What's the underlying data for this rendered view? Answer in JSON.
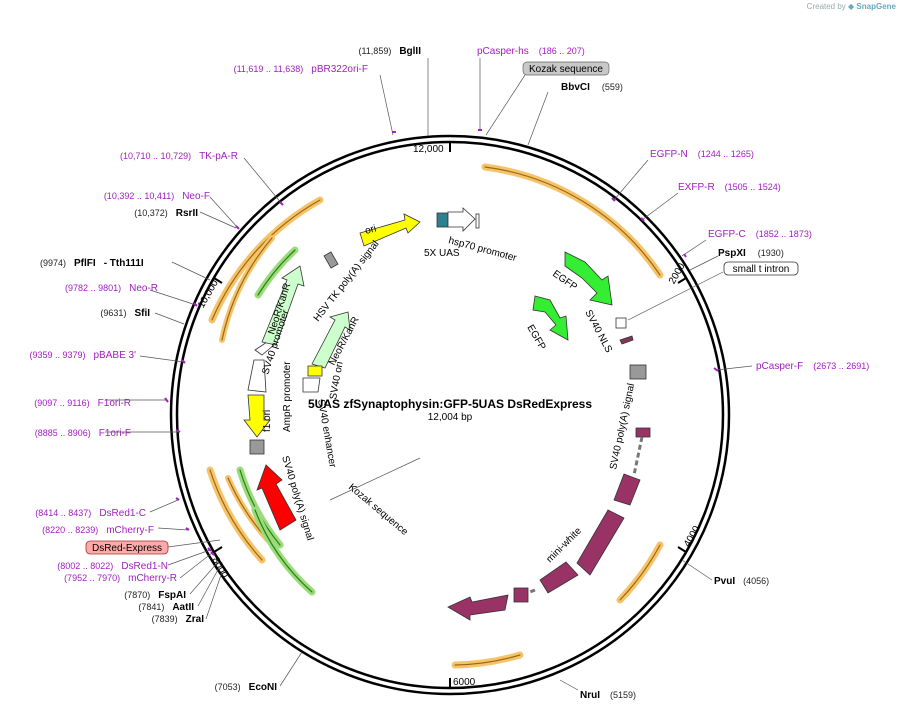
{
  "creator": {
    "prefix": "Created by",
    "brand": "SnapGene"
  },
  "map": {
    "title": "5UAS zfSynaptophysin:GFP-5UAS DsRedExpress",
    "subtitle": "12,004 bp",
    "total_bp": 12004
  },
  "ticks": [
    "2000",
    "4000",
    "6000",
    "8000",
    "10,000",
    "12,000"
  ],
  "features": [
    {
      "name": "ori",
      "color": "#ffff00"
    },
    {
      "name": "5X UAS",
      "color": "#2f7f8f"
    },
    {
      "name": "hsp70 promoter",
      "color": "#ffffff"
    },
    {
      "name": "EGFP",
      "color": "#33ee33"
    },
    {
      "name": "EGFP",
      "color": "#33ee33"
    },
    {
      "name": "SV40 NLS",
      "color": "#883355"
    },
    {
      "name": "SV40 poly(A) signal",
      "color": "#999999"
    },
    {
      "name": "mini-white",
      "color": "#993366"
    },
    {
      "name": "SV40 poly(A) signal",
      "color": "#ff0000"
    },
    {
      "name": "f1 ori",
      "color": "#999999"
    },
    {
      "name": "AmpR promoter",
      "color": "#ffffff"
    },
    {
      "name": "SV40 promoter",
      "color": "#ffffff"
    },
    {
      "name": "NeoR/KanR",
      "color": "#ccffcc"
    },
    {
      "name": "HSV TK poly(A) signal",
      "color": "#999999"
    },
    {
      "name": "NeoR/KanR",
      "color": "#ccffcc"
    },
    {
      "name": "SV40 ori",
      "color": "#ffff00"
    },
    {
      "name": "SV40 enhancer",
      "color": "#ffffff"
    },
    {
      "name": "Kozak sequence",
      "color": "#ffffff"
    }
  ],
  "sites_right": [
    {
      "name": "BbvCI",
      "pos": "(559)"
    },
    {
      "name": "PspXI",
      "pos": "(1930)"
    },
    {
      "name": "PvuI",
      "pos": "(4056)"
    },
    {
      "name": "NruI",
      "pos": "(5159)"
    }
  ],
  "sites_left": [
    {
      "name": "BglII",
      "pos": "(11,859)"
    },
    {
      "name": "RsrII",
      "pos": "(10,372)"
    },
    {
      "name": "PflFI",
      "pos": "(9974)"
    },
    {
      "name": "SfiI",
      "pos": "(9631)"
    },
    {
      "name": "FspAI",
      "pos": "(7870)"
    },
    {
      "name": "AatII",
      "pos": "(7841)"
    },
    {
      "name": "ZraI",
      "pos": "(7839)"
    },
    {
      "name": "EcoNI",
      "pos": "(7053)"
    }
  ],
  "tth": "- Tth111I",
  "primers_right": [
    {
      "name": "pCasper-hs",
      "range": "(186 .. 207)"
    },
    {
      "name": "EGFP-N",
      "range": "(1244 .. 1265)"
    },
    {
      "name": "EXFP-R",
      "range": "(1505 .. 1524)"
    },
    {
      "name": "EGFP-C",
      "range": "(1852 .. 1873)"
    },
    {
      "name": "pCasper-F",
      "range": "(2673 .. 2691)"
    }
  ],
  "primers_left": [
    {
      "name": "pBR322ori-F",
      "range": "(11,619 .. 11,638)"
    },
    {
      "name": "TK-pA-R",
      "range": "(10,710 .. 10,729)"
    },
    {
      "name": "Neo-F",
      "range": "(10,392 .. 10,411)"
    },
    {
      "name": "Neo-R",
      "range": "(9782 .. 9801)"
    },
    {
      "name": "pBABE 3'",
      "range": "(9359 .. 9379)"
    },
    {
      "name": "F1ori-R",
      "range": "(9097 .. 9116)"
    },
    {
      "name": "F1ori-F",
      "range": "(8885 .. 8906)"
    },
    {
      "name": "DsRed1-C",
      "range": "(8414 .. 8437)"
    },
    {
      "name": "mCherry-F",
      "range": "(8220 .. 8239)"
    },
    {
      "name": "DsRed1-N",
      "range": "(8002 .. 8022)"
    },
    {
      "name": "mCherry-R",
      "range": "(7952 .. 7970)"
    }
  ],
  "boxed_labels": [
    {
      "name": "Kozak sequence",
      "fill": "#c8c8c8"
    },
    {
      "name": "small t intron",
      "fill": "#ffffff"
    },
    {
      "name": "DsRed-Express",
      "fill": "#ffaaaa"
    }
  ]
}
